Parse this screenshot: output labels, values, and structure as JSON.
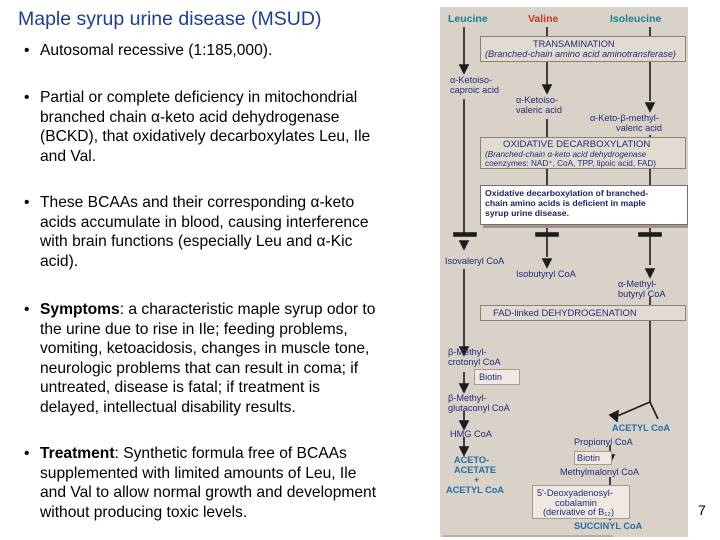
{
  "slide": {
    "title": "Maple syrup urine disease (MSUD)",
    "page_number": "7",
    "bullet_glyph": "•",
    "bullets": [
      {
        "lead": "",
        "lines": [
          "Autosomal recessive (1:185,000)."
        ]
      },
      {
        "lead": "",
        "lines": [
          "Partial or complete deficiency in mitochondrial",
          "branched chain α-keto acid dehydrogenase",
          "(BCKD), that oxidatively decarboxylates Leu, Ile",
          "and Val."
        ]
      },
      {
        "lead": "",
        "lines": [
          "These BCAAs and their corresponding α-keto",
          "acids accumulate in blood, causing interference",
          "with brain functions (especially Leu and α-Kic",
          "acid)."
        ]
      },
      {
        "lead": "Symptoms",
        "lines": [
          ": a characteristic maple syrup odor to",
          "the urine due to rise in Ile; feeding problems,",
          "vomiting, ketoacidosis, changes in muscle tone,",
          "neurologic problems that can result in coma; if",
          "untreated, disease is fatal; if treatment is",
          "delayed, intellectual disability results."
        ]
      },
      {
        "lead": "Treatment",
        "lines": [
          ": Synthetic formula free of BCAAs",
          "supplemented with limited amounts of Leu, Ile",
          "and Val to allow normal growth and development",
          "without producing toxic levels."
        ]
      }
    ]
  },
  "figure": {
    "colors": {
      "leucine": "#1b7f8c",
      "valine": "#c0392b",
      "isoleucine": "#1b7f8c",
      "acetyl": "#1f6fa8",
      "succinyl": "#1f6fa8"
    },
    "amino_acids": {
      "leucine": "Leucine",
      "valine": "Valine",
      "isoleucine": "Isoleucine"
    },
    "transamination": {
      "title": "TRANSAMINATION",
      "enzyme": "(Branched-chain amino acid aminotransferase)"
    },
    "keto_acids": {
      "kic_1": "α-Ketoiso-",
      "kic_2": "caproic acid",
      "kiv_1": "α-Ketoiso-",
      "kiv_2": "valeric acid",
      "kmv_1": "α-Keto-β-methyl-",
      "kmv_2": "valeric acid"
    },
    "decarboxylation": {
      "title": "OXIDATIVE DECARBOXYLATION",
      "enzyme": "(Branched-chain α-keto acid dehydrogenase",
      "coenzymes": "coenzymes: NAD⁺, CoA, TPP, lipoic acid, FAD)"
    },
    "callout": [
      "Oxidative decarboxylation of branched-",
      "chain amino acids is deficient in maple",
      "syrup urine disease."
    ],
    "acyl_coas": {
      "isovaleryl": "Isovaleryl CoA",
      "isobutyryl": "Isobutyryl CoA",
      "mb_1": "α-Methyl-",
      "mb_2": "butyryl CoA"
    },
    "fad": {
      "title": "FAD-linked DEHYDROGENATION"
    },
    "leucine_path": {
      "mcc_1": "β-Methyl-",
      "mcc_2": "crotonyl CoA",
      "biotin": "Biotin",
      "mgc_1": "β-Methyl-",
      "mgc_2": "glutaconyl CoA",
      "hmg": "HMG CoA",
      "aa_1": "ACETO-",
      "aa_2": "ACETATE",
      "plus": "+",
      "acetyl": "ACETYL CoA"
    },
    "isoleucine_path": {
      "acetyl": "ACETYL CoA",
      "propionyl": "Propionyl CoA",
      "biotin": "Biotin",
      "methylmalonyl": "Methylmalonyl CoA",
      "b12_1": "5'-Deoxyadenosyl-",
      "b12_2": "cobalamin",
      "b12_3": "(derivative of B₁₂)",
      "succinyl": "SUCCINYL CoA"
    }
  }
}
